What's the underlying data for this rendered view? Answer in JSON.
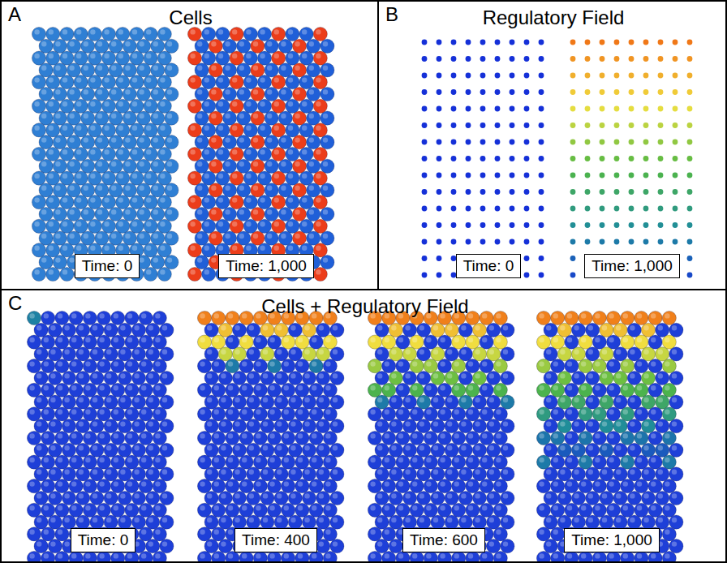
{
  "diagram": {
    "nodes": [
      {
        "text": [
          "A",
          "Cells"
        ]
      },
      {
        "text": [
          "Time: 0"
        ],
        "in": 0
      },
      {
        "text": [
          "Time: 1,000"
        ],
        "in": 0
      },
      {
        "text": [
          "B",
          "Regulatory Field"
        ]
      },
      {
        "text": [
          "Time: 0"
        ],
        "in": 3
      },
      {
        "text": [
          "Time: 1,000"
        ],
        "in": 3
      },
      {
        "text": [
          "C",
          "Cells + Regulatory Field"
        ]
      },
      {
        "text": [
          "Time: 0"
        ],
        "in": 6
      },
      {
        "text": [
          "Time: 400"
        ],
        "in": 6
      },
      {
        "text": [
          "Time: 600"
        ],
        "in": 6
      },
      {
        "text": [
          "Time: 1,000"
        ],
        "in": 6
      }
    ]
  }
}
